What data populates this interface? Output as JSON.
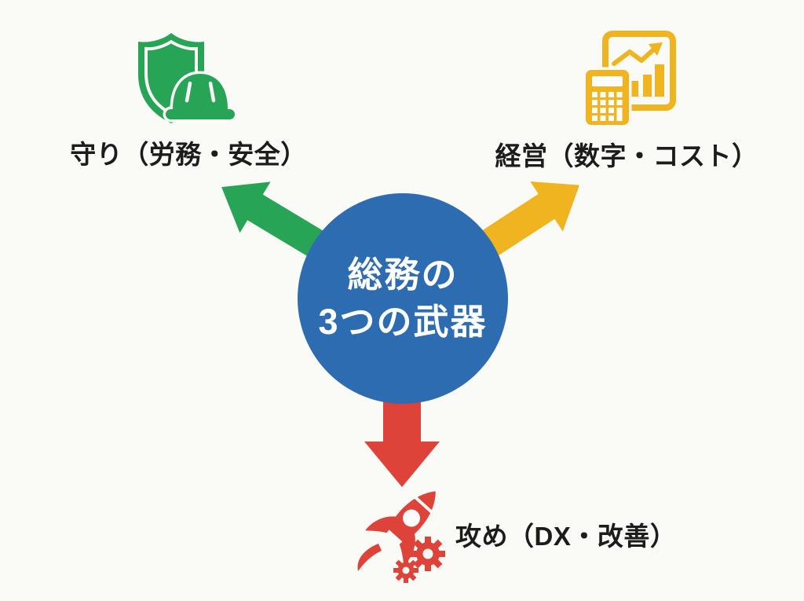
{
  "title": "総務の3つの武器",
  "colors": {
    "background": "#fafaf6",
    "blue": "#2e6cb2",
    "green": "#28a457",
    "yellow": "#efb41f",
    "red": "#dd4339",
    "label_text": "#1c1c1c",
    "center_text": "#ffffff"
  },
  "center": {
    "line1": "総務の",
    "line2": "3つの武器"
  },
  "branches": {
    "defense": {
      "label": "守り（労務・安全）",
      "direction": "up-left",
      "color": "#28a457",
      "icon": "shield-helmet"
    },
    "management": {
      "label": "経営（数字・コスト）",
      "direction": "up-right",
      "color": "#efb41f",
      "icon": "calculator-chart"
    },
    "offense": {
      "label": "攻め（DX・改善）",
      "direction": "down",
      "color": "#dd4339",
      "icon": "rocket-gears"
    }
  }
}
